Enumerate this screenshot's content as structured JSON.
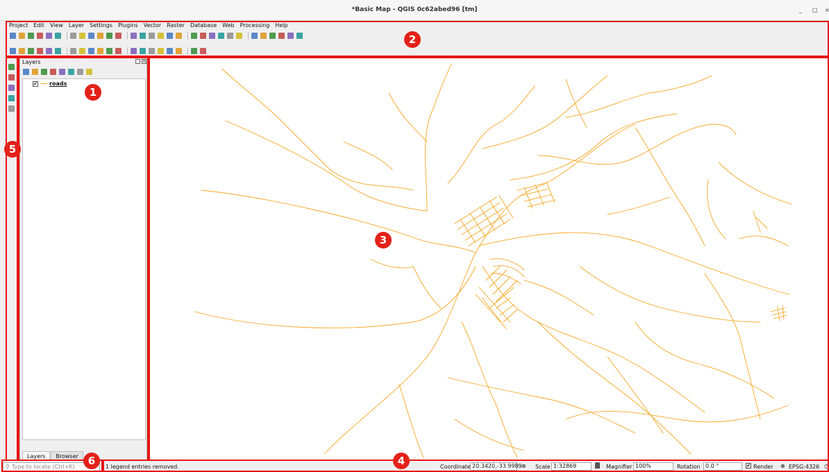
{
  "window": {
    "title": "*Basic Map - QGIS 0c62abed96 [tm]",
    "controls": [
      "_",
      "□",
      "×"
    ]
  },
  "menu": [
    "Project",
    "Edit",
    "View",
    "Layer",
    "Settings",
    "Plugins",
    "Vector",
    "Raster",
    "Database",
    "Web",
    "Processing",
    "Help"
  ],
  "toolbar": {
    "row1_icons": [
      "new-project-icon",
      "open-project-icon",
      "save-icon",
      "save-as-icon",
      "print-layout-icon",
      "layout-manager-icon",
      "pan-icon",
      "pan-to-selection-icon",
      "zoom-in-icon",
      "zoom-out-icon",
      "zoom-full-icon",
      "zoom-layer-icon",
      "zoom-selection-icon",
      "zoom-last-icon",
      "zoom-next-icon",
      "new-map-view-icon",
      "bookmark-icon",
      "show-bookmarks-icon",
      "refresh-icon",
      "identify-icon",
      "action-icon",
      "select-icon",
      "deselect-icon",
      "attribute-table-icon",
      "field-calc-icon",
      "stats-icon",
      "sum-icon",
      "measure-icon",
      "annotation-icon",
      "text-annotation-icon"
    ],
    "row2_icons": [
      "edit-icon",
      "toggle-edit-icon",
      "save-edits-icon",
      "digitize-icon",
      "move-feature-icon",
      "node-tool-icon",
      "delete-icon",
      "cut-icon",
      "copy-icon",
      "paste-icon",
      "undo-icon",
      "redo-icon",
      "label-icon",
      "pin-label-icon",
      "show-label-icon",
      "move-label-icon",
      "rotate-label-icon",
      "change-label-icon",
      "plugin-icon",
      "python-icon"
    ]
  },
  "side_tools": [
    "add-vector-icon",
    "add-raster-icon",
    "add-wms-icon",
    "add-wfs-icon",
    "add-wcs-icon"
  ],
  "layers_panel": {
    "title": "Layers",
    "tools": [
      "open-styling-icon",
      "add-group-icon",
      "manage-visibility-icon",
      "filter-icon",
      "filter-expression-icon",
      "expand-icon",
      "collapse-icon",
      "remove-layer-icon"
    ],
    "layers": [
      {
        "name": "roads",
        "checked": true
      }
    ],
    "tabs": [
      "Layers",
      "Browser"
    ]
  },
  "status": {
    "locator_placeholder": "Type to locate (Ctrl+K)",
    "message": "1 legend entries removed.",
    "coordinate_label": "Coordinate",
    "coordinate": "20.3420,-33.9989",
    "scale_label": "Scale",
    "scale": "1:32869",
    "magnifier_label": "Magnifier",
    "magnifier": "100%",
    "rotation_label": "Rotation",
    "rotation": "0.0 °",
    "render_label": "Render",
    "crs": "EPSG:4326"
  },
  "annotations": [
    "1",
    "2",
    "3",
    "4",
    "5",
    "6"
  ],
  "colors": {
    "roads": "#f5a623",
    "highlight": "#e81414"
  }
}
